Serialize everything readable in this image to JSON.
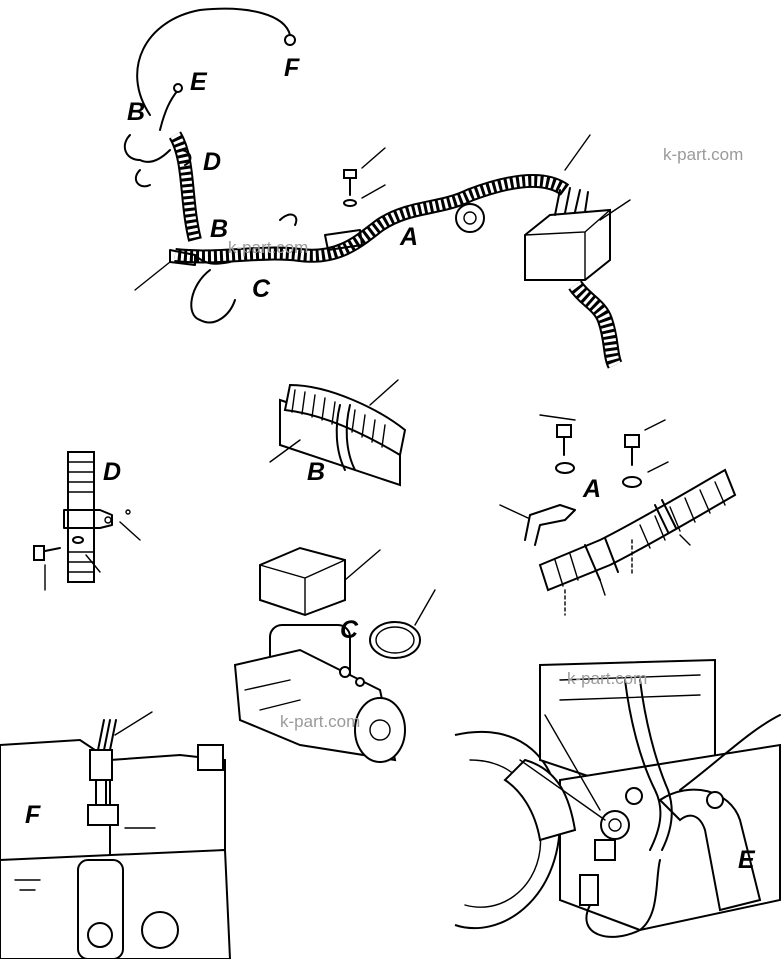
{
  "labels": {
    "A_top": "A",
    "B_top": "B",
    "B_mid": "B",
    "C_top": "C",
    "D_top": "D",
    "E_top": "E",
    "F_top": "F",
    "B_detail": "B",
    "D_detail": "D",
    "A_detail": "A",
    "C_detail": "C",
    "F_detail": "F",
    "E_detail": "E"
  },
  "watermarks": [
    "k-part.com",
    "k-part.com",
    "k-part.com",
    "k-part.com"
  ],
  "colors": {
    "ink": "#000000",
    "paper": "#ffffff",
    "watermark": "#9a9a9a"
  }
}
